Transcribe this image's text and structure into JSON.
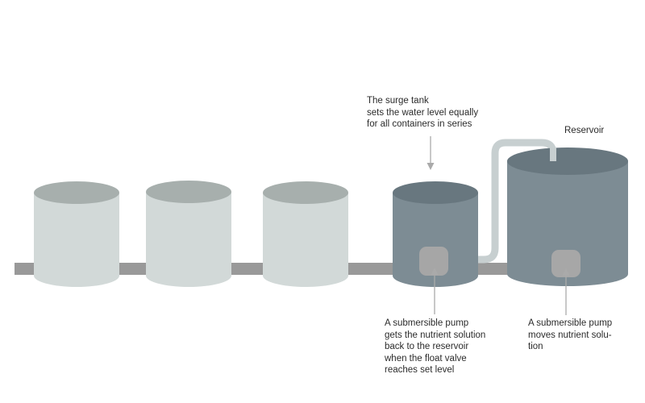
{
  "labels": {
    "surge_tank": [
      "The surge tank",
      "sets the water level equally",
      "for all containers in series"
    ],
    "reservoir": "Reservoir",
    "pump_surge": [
      "A submersible pump",
      "gets the nutrient solution",
      "back to the reservoir",
      "when the float valve",
      "reaches set level"
    ],
    "pump_reservoir": [
      "A submersible pump",
      "moves nutrient solu-",
      "tion"
    ]
  },
  "colors": {
    "container_body": "#d2d9d8",
    "container_top": "#a7afad",
    "surge_body": "#7d8c94",
    "surge_top": "#68777f",
    "reservoir_body": "#7d8c94",
    "reservoir_top": "#68777f",
    "pipe": "#999999",
    "tube": "#c7cfd0",
    "pump_surge": "#a6a6a6",
    "pump_reservoir": "#a7a7a7",
    "arrow": "#aaaaaa"
  }
}
